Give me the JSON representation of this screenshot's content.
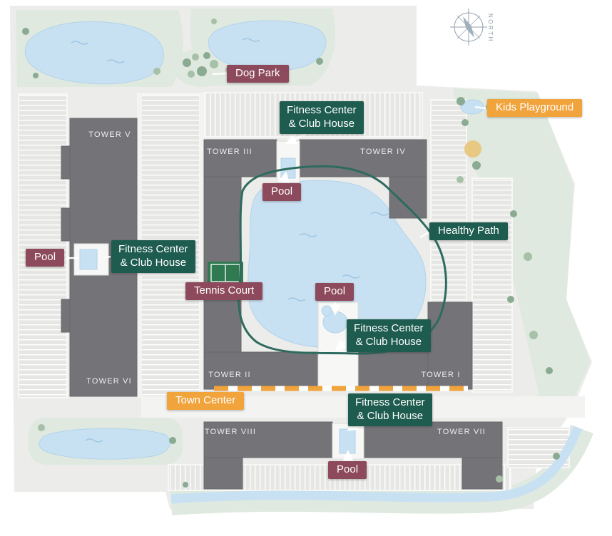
{
  "compass": {
    "label": "NORTH"
  },
  "towers": [
    {
      "label": "TOWER V"
    },
    {
      "label": "TOWER VI"
    },
    {
      "label": "TOWER III"
    },
    {
      "label": "TOWER IV"
    },
    {
      "label": "TOWER II"
    },
    {
      "label": "TOWER I"
    },
    {
      "label": "TOWER VIII"
    },
    {
      "label": "TOWER VII"
    }
  ],
  "amenities": {
    "dog_park": {
      "label": "Dog Park"
    },
    "kids_playground": {
      "label": "Kids Playground"
    },
    "fitness_top": {
      "lines": [
        "Fitness Center",
        "& Club House"
      ]
    },
    "pool_top": {
      "label": "Pool"
    },
    "healthy_path": {
      "label": "Healthy Path"
    },
    "pool_left": {
      "label": "Pool"
    },
    "fitness_left": {
      "lines": [
        "Fitness Center",
        "& Club House"
      ]
    },
    "tennis_court": {
      "label": "Tennis Court"
    },
    "pool_mid": {
      "label": "Pool"
    },
    "fitness_mid": {
      "lines": [
        "Fitness Center",
        "& Club House"
      ]
    },
    "town_center": {
      "label": "Town Center"
    },
    "fitness_bottom": {
      "lines": [
        "Fitness Center",
        "& Club House"
      ]
    },
    "pool_bottom": {
      "label": "Pool"
    }
  },
  "colors": {
    "maroon": "#8c4a5c",
    "teal": "#1e5c4f",
    "orange": "#f1a33c",
    "building": "#747478",
    "water": "#c8e1f2",
    "green": "#dfe9df",
    "tree": "#8aab92",
    "base": "#ececea",
    "parking": "#e6e6e4"
  }
}
